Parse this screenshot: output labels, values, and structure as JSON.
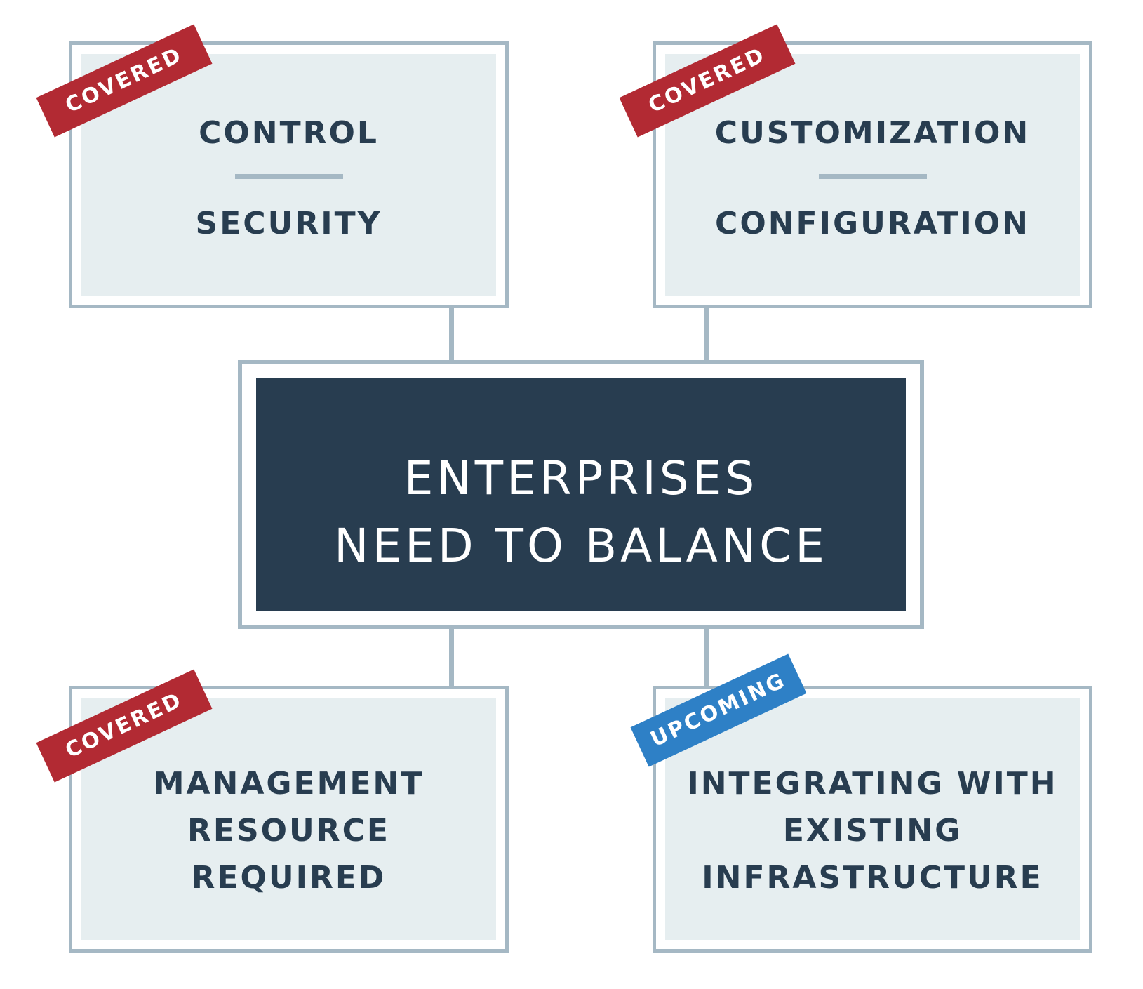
{
  "center": {
    "lines": [
      "ENTERPRISES",
      "NEED TO BALANCE"
    ]
  },
  "cards": [
    {
      "badge": "COVERED",
      "badge_color": "#b22a33",
      "top_label": "CONTROL",
      "bottom_label": "SECURITY"
    },
    {
      "badge": "COVERED",
      "badge_color": "#b22a33",
      "top_label": "CUSTOMIZATION",
      "bottom_label": "CONFIGURATION"
    },
    {
      "badge": "COVERED",
      "badge_color": "#b22a33",
      "lines": [
        "MANAGEMENT",
        "RESOURCE",
        "REQUIRED"
      ]
    },
    {
      "badge": "UPCOMING",
      "badge_color": "#2e80c6",
      "lines": [
        "INTEGRATING WITH",
        "EXISTING",
        "INFRASTRUCTURE"
      ]
    }
  ],
  "colors": {
    "frame": "#a5b8c4",
    "card_fill": "#e6eef0",
    "center_fill": "#283d50",
    "text_dark": "#283d50"
  }
}
